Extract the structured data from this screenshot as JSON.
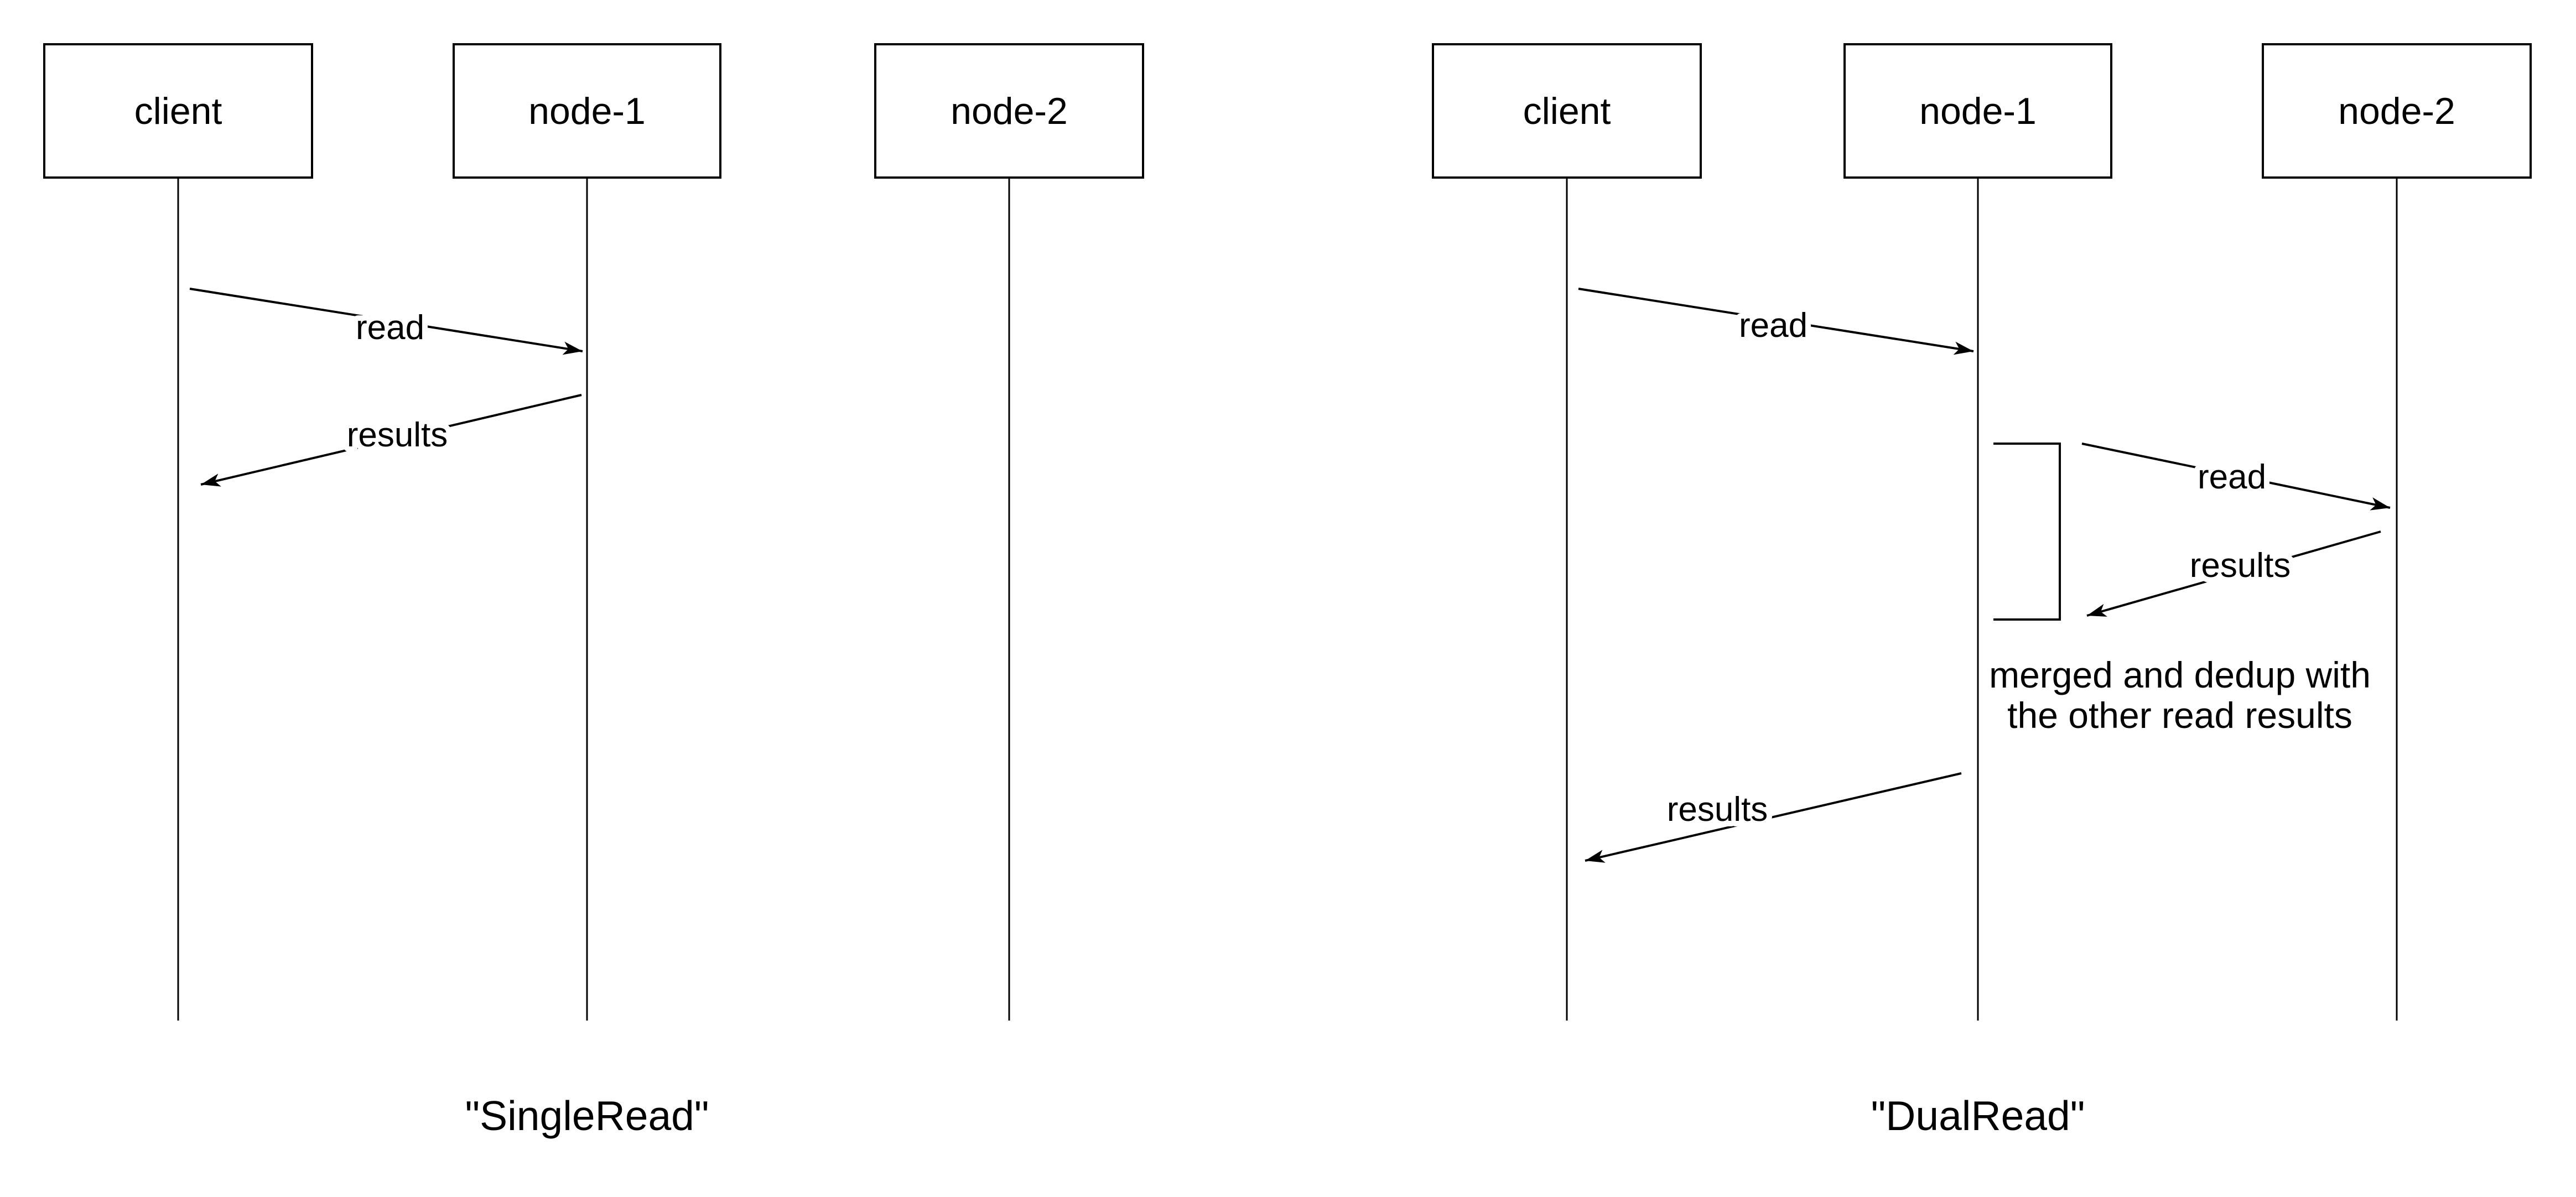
{
  "page": {
    "background": "#ffffff",
    "line-color": "#000000",
    "text-color": "#000000"
  },
  "diagrams": [
    {
      "caption": "\"SingleRead\"",
      "actors": [
        {
          "label": "client"
        },
        {
          "label": "node-1"
        },
        {
          "label": "node-2"
        }
      ],
      "messages": [
        {
          "label": "read",
          "from": "client",
          "to": "node-1"
        },
        {
          "label": "results",
          "from": "node-1",
          "to": "client"
        }
      ]
    },
    {
      "caption": "\"DualRead\"",
      "actors": [
        {
          "label": "client"
        },
        {
          "label": "node-1"
        },
        {
          "label": "node-2"
        }
      ],
      "messages": [
        {
          "label": "read",
          "from": "client",
          "to": "node-1"
        },
        {
          "label": "read",
          "from": "node-1",
          "to": "node-2"
        },
        {
          "label": "results",
          "from": "node-2",
          "to": "node-1"
        },
        {
          "label": "results",
          "from": "node-1",
          "to": "client"
        }
      ],
      "note": {
        "lines": [
          "merged and dedup with",
          "the other read results"
        ]
      }
    }
  ]
}
